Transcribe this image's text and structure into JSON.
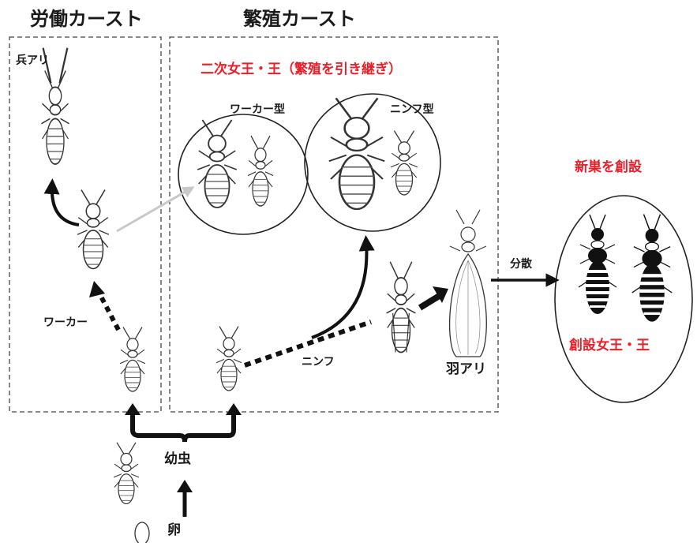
{
  "castes": {
    "worker_caste": "労働カースト",
    "reproductive_caste": "繁殖カースト"
  },
  "labels": {
    "soldier": "兵アリ",
    "worker": "ワーカー",
    "secondary_queen_king": "二次女王・王（繁殖を引き継ぎ）",
    "worker_type": "ワーカー型",
    "nymph_type": "ニンフ型",
    "nymph": "ニンフ",
    "alate": "羽アリ",
    "dispersal": "分散",
    "new_nest": "新巣を創設",
    "founding_queen_king": "創設女王・王",
    "larva": "幼虫",
    "egg": "卵"
  },
  "colors": {
    "accent_red": "#e8202a",
    "arrow_black": "#111111",
    "arrow_grey": "#c8c8c8",
    "dashed_border": "#444444"
  },
  "icons": [
    "termite-soldier-icon",
    "termite-worker-icon",
    "termite-larva-icon",
    "termite-nymph-icon",
    "termite-alate-icon",
    "termite-reproductive-icon",
    "egg-icon"
  ]
}
